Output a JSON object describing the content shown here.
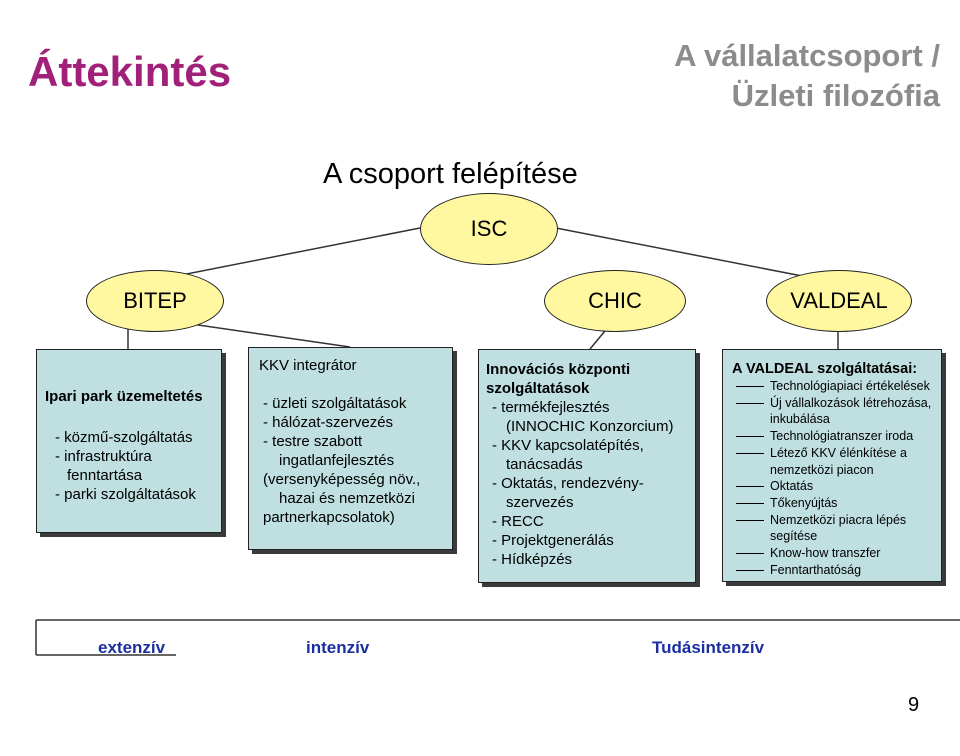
{
  "title": "Áttekintés",
  "header_right": [
    "A vállalatcsoport /",
    "Üzleti filozófia"
  ],
  "subtitle": "A csoport felépítése",
  "nodes": {
    "isc": "ISC",
    "bitep": "BITEP",
    "chic": "CHIC",
    "valdeal": "VALDEAL"
  },
  "boxes": {
    "ipari_park": {
      "heading": "Ipari park üzemeltetés",
      "items": [
        "- közmű-szolgáltatás",
        "- infrastruktúra",
        "fenntartása",
        "- parki szolgáltatások"
      ]
    },
    "kkv": {
      "heading": "KKV integrátor",
      "items": [
        "- üzleti szolgáltatások",
        "- hálózat-szervezés",
        "- testre szabott",
        "ingatlanfejlesztés",
        "(versenyképesség növ.,",
        "hazai és nemzetközi",
        "partnerkapcsolatok)"
      ]
    },
    "innovacios": {
      "heading_lines": [
        "Innovációs központi",
        "szolgáltatások"
      ],
      "items": [
        "- termékfejlesztés",
        "(INNOCHIC Konzorcium)",
        "- KKV kapcsolatépítés,",
        "tanácsadás",
        "- Oktatás, rendezvény-",
        "szervezés",
        "- RECC",
        "- Projektgenerálás",
        "- Hídképzés"
      ]
    },
    "valdeal": {
      "heading": "A VALDEAL szolgáltatásai:",
      "items": [
        "Technológiapiaci értékelések",
        "Új vállalkozások létrehozása,",
        "inkubálása",
        "Technológiatranszer iroda",
        "Létező KKV élénkítése a",
        "nemzetközi piacon",
        "Oktatás",
        "Tőkenyújtás",
        "Nemzetközi piacra lépés",
        "segítése",
        "Know-how transzfer",
        "Fenntarthatóság"
      ]
    }
  },
  "bottom_labels": [
    "extenzív",
    "intenzív",
    "Tudásintenzív"
  ],
  "page_number": "9",
  "colors": {
    "title": "#a0207a",
    "header": "#8c8c8c",
    "oval_fill": "#fff8a0",
    "box_fill": "#bfdfe0",
    "bottom_label": "#1c2fa0"
  }
}
